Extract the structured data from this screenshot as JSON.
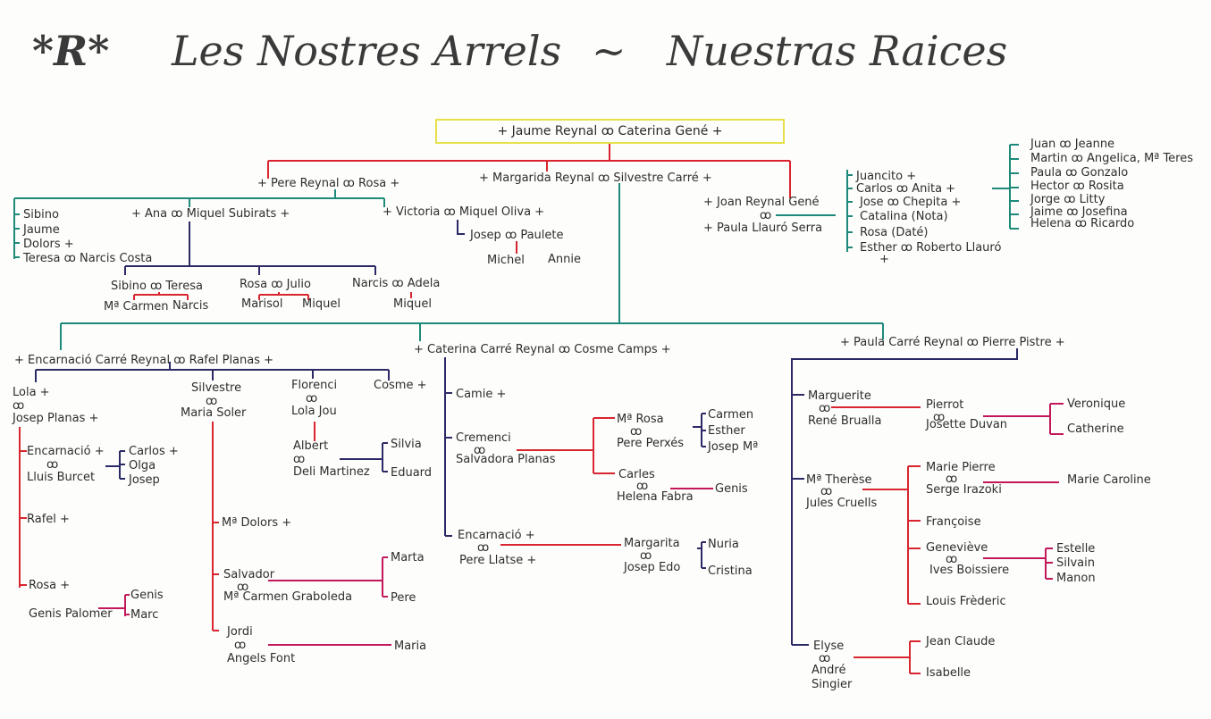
{
  "title": {
    "mark": "*R*",
    "left": "Les Nostres Arrels",
    "dash": "~",
    "right": "Nuestras Raices"
  },
  "root": "+ Jaume Reynal ꝏ Caterina Gené +",
  "people": {
    "pere_rosa": "+ Pere Reynal ꝏ Rosa +",
    "margarida": "+ Margarida Reynal ꝏ Silvestre Carré +",
    "joan": "+ Joan Reynal Gené",
    "joan_ring": "ꝏ",
    "paula_llauro": "+ Paula Llauró Serra",
    "sibino": "Sibino",
    "jaume": "Jaume",
    "dolors": "Dolors +",
    "teresa_narcis": "Teresa ꝏ Narcis Costa",
    "ana": "+ Ana ꝏ Miquel Subirats +",
    "victoria": "+ Victoria ꝏ Miquel Oliva +",
    "josep_paulete": "Josep ꝏ Paulete",
    "michel": "Michel",
    "annie": "Annie",
    "sibino_teresa": "Sibino ꝏ Teresa",
    "rosa_julio": "Rosa ꝏ Julio",
    "narcis_adela": "Narcis ꝏ Adela",
    "mcarmen": "Mª Carmen",
    "narcis2": "Narcis",
    "marisol": "Marisol",
    "miquel_a": "Miquel",
    "miquel_b": "Miquel",
    "juancito": "Juancito +",
    "carlos_anita": "Carlos ꝏ Anita +",
    "jose_chepita": "Jose ꝏ Chepita +",
    "catalina": "Catalina (Nota)",
    "rosa_date": "Rosa (Daté)",
    "esther_roberto": "Esther ꝏ Roberto Llauró",
    "esther_plus": "+",
    "juan_jeanne": "Juan ꝏ Jeanne",
    "martin": "Martin ꝏ Angelica, Mª Teres",
    "paula_gonzalo": "Paula ꝏ Gonzalo",
    "hector": "Hector ꝏ Rosita",
    "jorge": "Jorge ꝏ Litty",
    "jaime": "Jaime ꝏ Josefina",
    "helena": "Helena ꝏ Ricardo",
    "encarnacio_top": "+ Encarnació Carré Reynal ꝏ Rafel Planas +",
    "caterina": "+ Caterina Carré Reynal ꝏ Cosme Camps +",
    "paula_carre": "+ Paula Carré Reynal ꝏ Pierre Pistre +",
    "lola": "Lola +",
    "lola_ring": "ꝏ",
    "josep_planas": "Josep Planas +",
    "silvestre": "Silvestre",
    "silvestre_ring": "ꝏ",
    "maria_soler": "Maria Soler",
    "florenci": "Florenci",
    "florenci_ring": "ꝏ",
    "lola_jou": "Lola Jou",
    "cosme": "Cosme +",
    "encarnacio2": "Encarnació +",
    "enc2_ring": "ꝏ",
    "lluis": "Lluis Burcet",
    "carlos2": "Carlos +",
    "olga": "Olga",
    "josep2": "Josep",
    "rafel": "Rafel +",
    "rosa2": "Rosa +",
    "genis_palomer": "Genis Palomer",
    "genis2": "Genis",
    "marc": "Marc",
    "albert": "Albert",
    "albert_ring": "ꝏ",
    "deli": "Deli Martinez",
    "silvia": "Silvia",
    "eduard": "Eduard",
    "mdolors": "Mª Dolors +",
    "salvador": "Salvador",
    "salvador_ring": "ꝏ",
    "mcarmen_grab": "Mª Carmen Graboleda",
    "marta": "Marta",
    "pere2": "Pere",
    "jordi": "Jordi",
    "jordi_ring": "ꝏ",
    "angels": "Angels Font",
    "maria2": "Maria",
    "camie": "Camie +",
    "cremenci": "Cremenci",
    "crem_ring": "ꝏ",
    "salvadora": "Salvadora Planas",
    "mrosa": "Mª Rosa",
    "mrosa_ring": "ꝏ",
    "pere_perxes": "Pere Perxés",
    "carmen3": "Carmen",
    "esther3": "Esther",
    "josepm": "Josep Mª",
    "carles": "Carles",
    "carles_ring": "ꝏ",
    "helena_fabra": "Helena Fabra",
    "genis3": "Genis",
    "encarnacio3": "Encarnació +",
    "enc3_ring": "ꝏ",
    "pere_llatse": "Pere Llatse +",
    "margarita": "Margarita",
    "marg_ring": "ꝏ",
    "josep_edo": "Josep Edo",
    "nuria": "Nuria",
    "cristina": "Cristina",
    "marguerite": "Marguerite",
    "marg2_ring": "ꝏ",
    "rene": "René Brualla",
    "pierrot": "Pierrot",
    "pierrot_ring": "ꝏ",
    "josette": "Josette Duvan",
    "veronique": "Veronique",
    "catherine": "Catherine",
    "mtherese": "Mª Therèse",
    "mth_ring": "ꝏ",
    "jules": "Jules Cruells",
    "marie_pierre": "Marie Pierre",
    "mp_ring": "ꝏ",
    "serge": "Serge Irazoki",
    "marie_caroline": "Marie Caroline",
    "francoise": "Françoise",
    "genevieve": "Geneviève",
    "gen_ring": "ꝏ",
    "ives": "Ives Boissiere",
    "estelle": "Estelle",
    "silvain": "Silvain",
    "manon": "Manon",
    "louis": "Louis Frèderic",
    "elyse": "Elyse",
    "elyse_ring": "ꝏ",
    "andre": "André",
    "singier": "Singier",
    "jean_claude": "Jean Claude",
    "isabelle": "Isabelle"
  }
}
